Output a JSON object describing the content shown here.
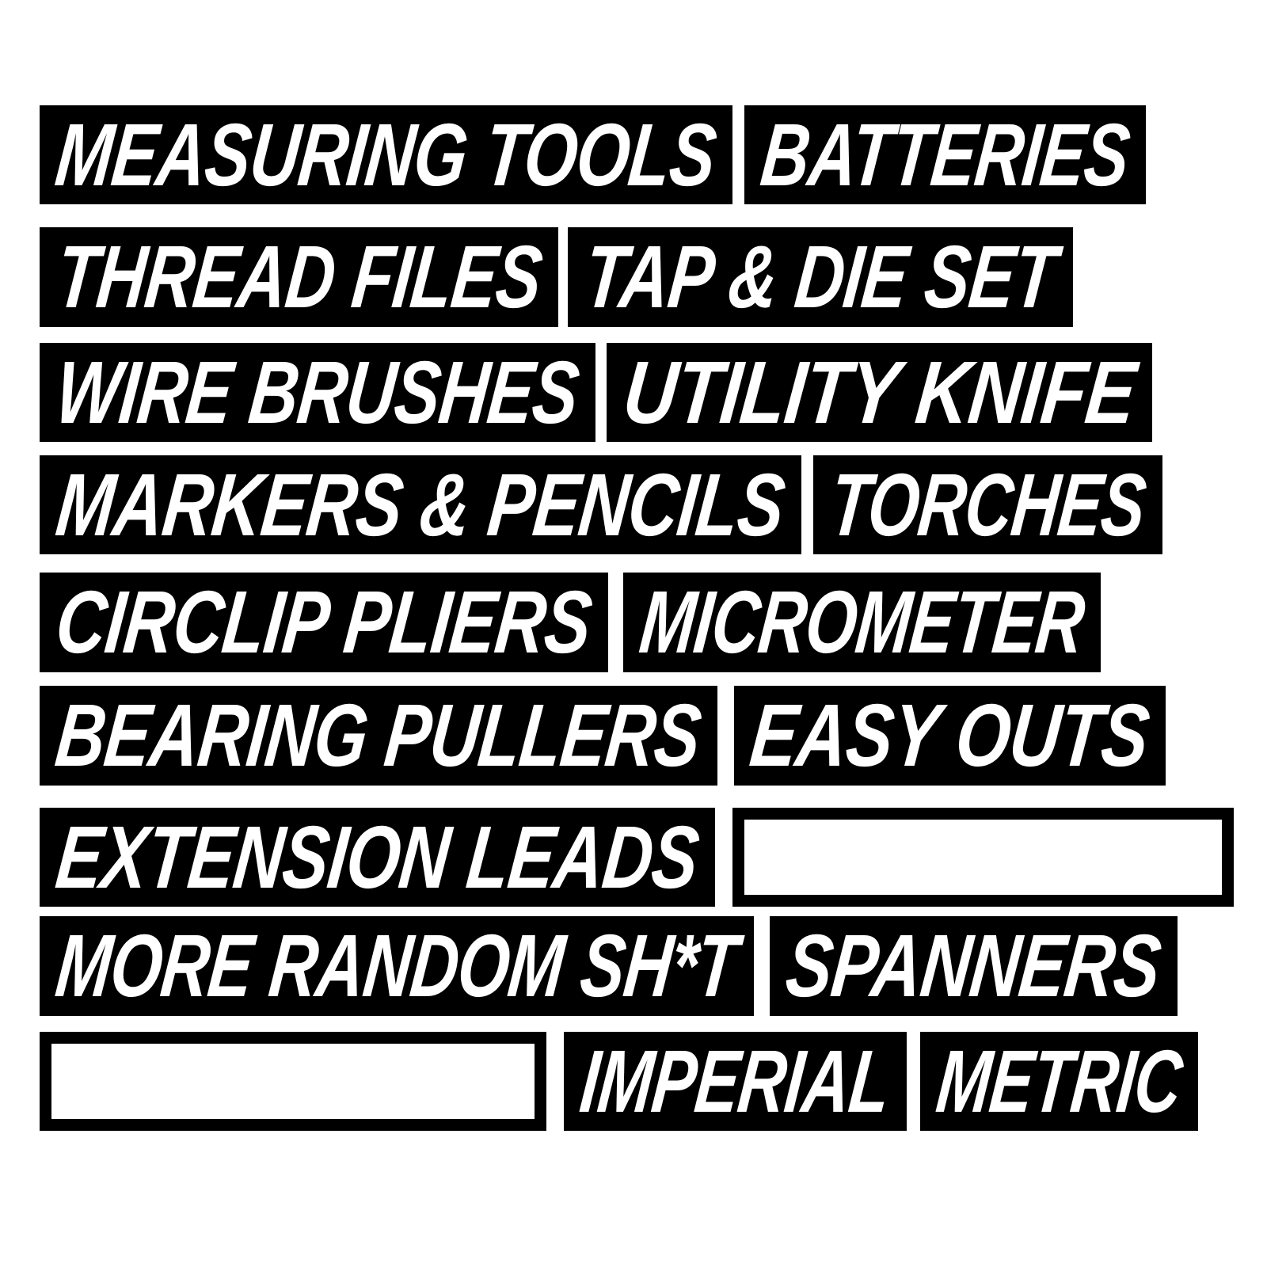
{
  "theme": {
    "page_bg": "#ffffff",
    "label_bg": "#000000",
    "label_fg": "#ffffff"
  },
  "sheet": {
    "description": "tool drawer label sticker sheet",
    "rows": [
      {
        "items": [
          {
            "text": "MEASURING TOOLS"
          },
          {
            "text": "BATTERIES"
          }
        ]
      },
      {
        "items": [
          {
            "text": "THREAD FILES"
          },
          {
            "text": "TAP & DIE SET"
          }
        ]
      },
      {
        "items": [
          {
            "text": "WIRE BRUSHES"
          },
          {
            "text": "UTILITY KNIFE"
          }
        ]
      },
      {
        "items": [
          {
            "text": "MARKERS & PENCILS"
          },
          {
            "text": "TORCHES"
          }
        ]
      },
      {
        "items": [
          {
            "text": "CIRCLIP PLIERS"
          },
          {
            "text": "MICROMETER"
          }
        ]
      },
      {
        "items": [
          {
            "text": "BEARING PULLERS"
          },
          {
            "text": "EASY OUTS"
          }
        ]
      },
      {
        "items": [
          {
            "text": "EXTENSION LEADS"
          },
          {
            "text": "",
            "blank": true
          }
        ]
      },
      {
        "items": [
          {
            "text": "MORE RANDOM SH*T"
          },
          {
            "text": "SPANNERS"
          }
        ]
      },
      {
        "items": [
          {
            "text": "",
            "blank": true
          },
          {
            "text": "IMPERIAL"
          },
          {
            "text": "METRIC"
          }
        ]
      }
    ]
  }
}
